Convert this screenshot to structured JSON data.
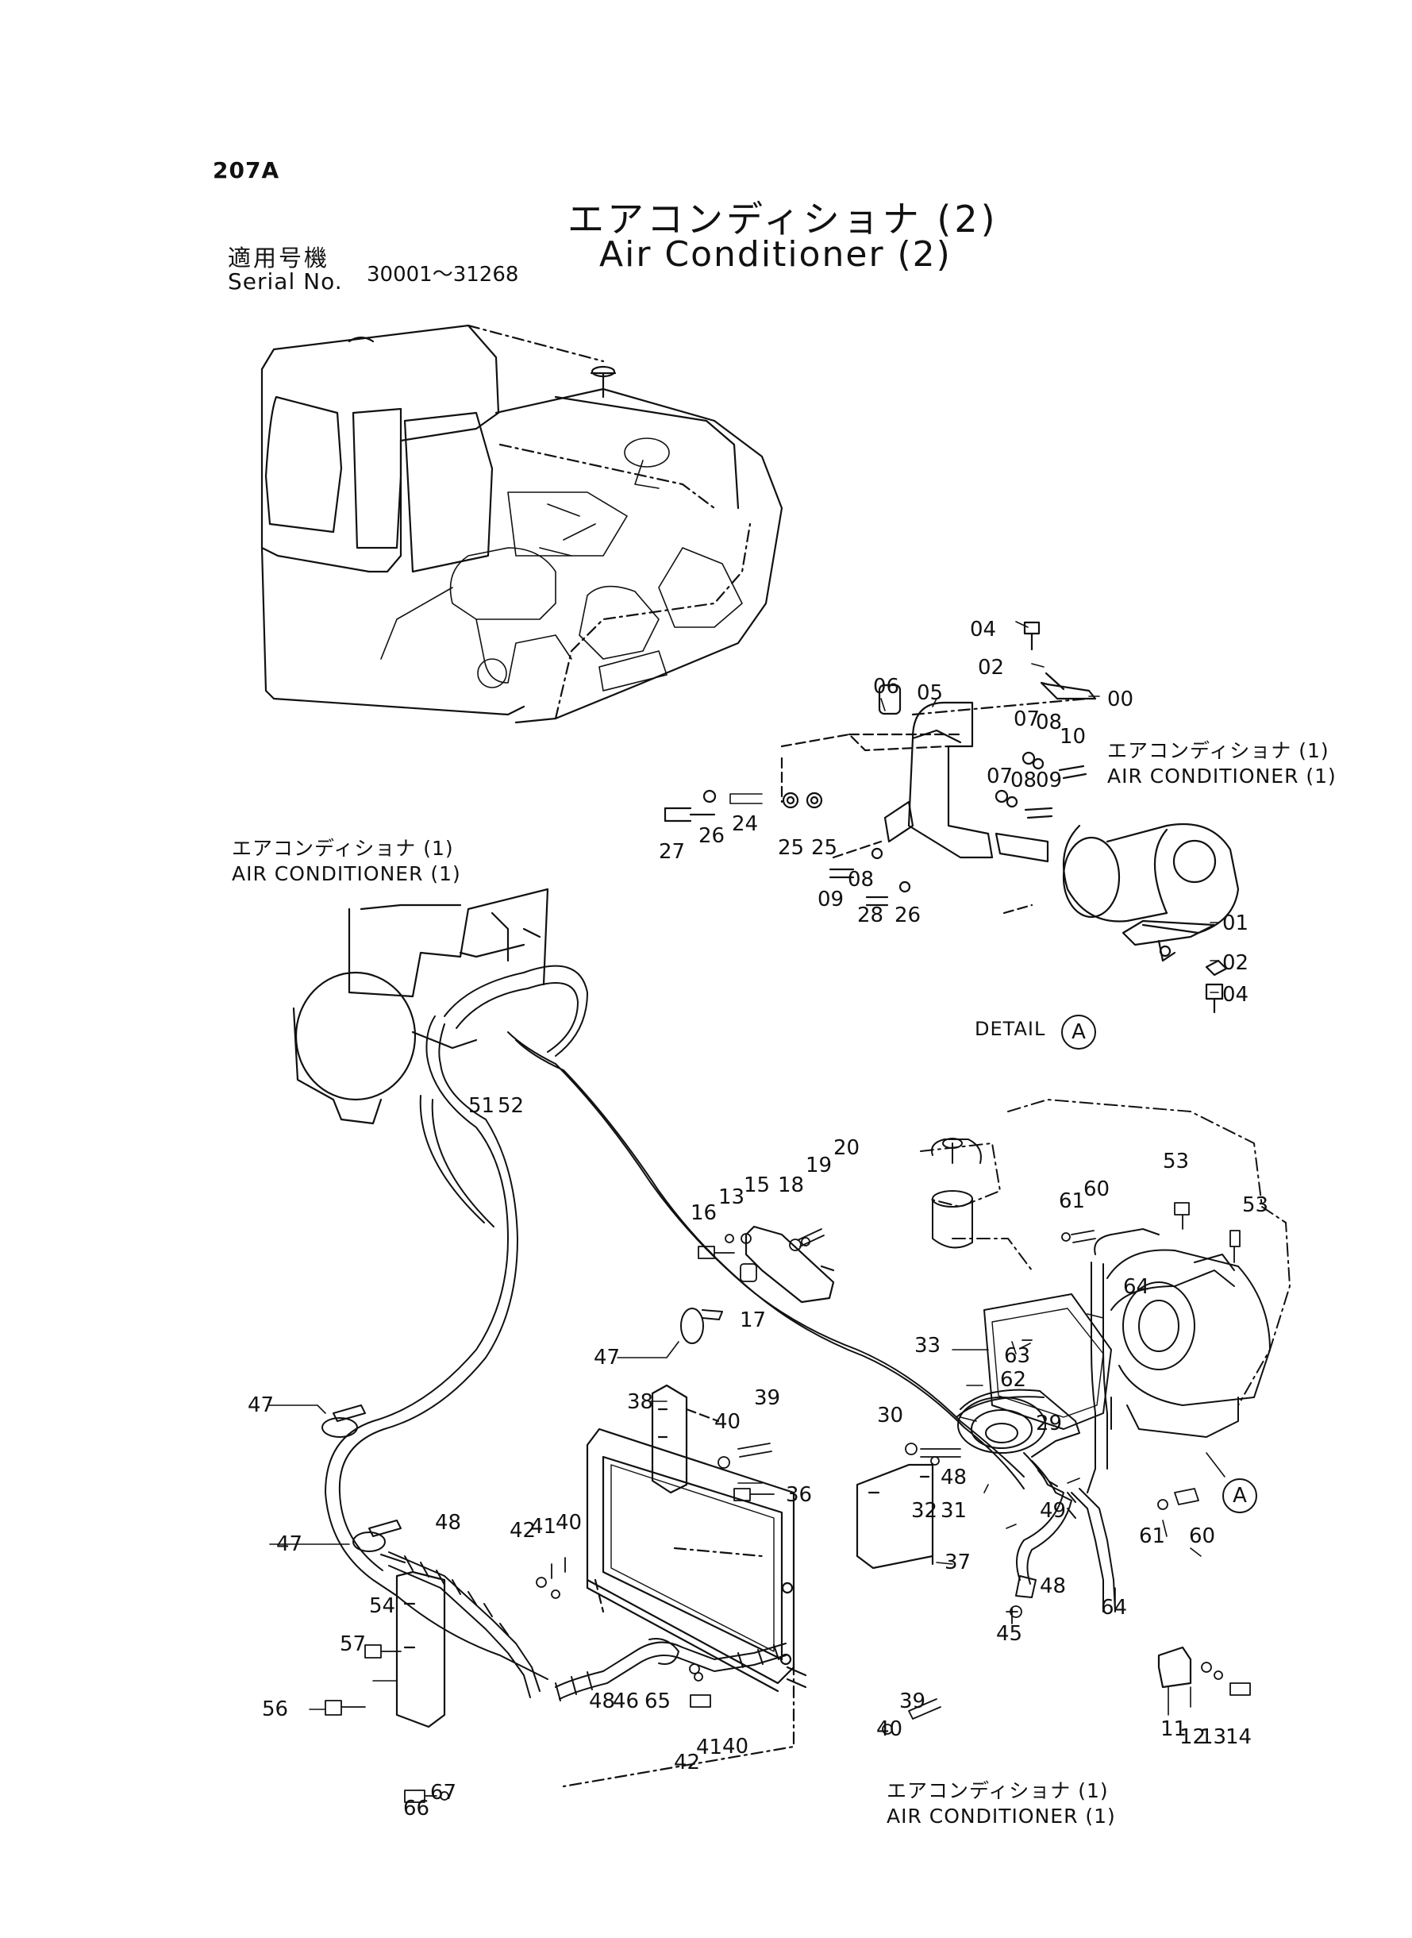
{
  "header": {
    "page_code": "207A",
    "title_ja": "エアコンディショナ (2)",
    "title_en": "Air Conditioner (2)"
  },
  "serial": {
    "label_ja": "適用号機",
    "label_en": "Serial No.",
    "range": "30001～31268"
  },
  "references": [
    {
      "ja": "エアコンディショナ (1)",
      "en": "AIR CONDITIONER (1)"
    },
    {
      "ja": "エアコンディショナ (1)",
      "en": "AIR CONDITIONER (1)"
    },
    {
      "ja": "エアコンディショナ (1)",
      "en": "AIR CONDITIONER (1)"
    }
  ],
  "detail": {
    "label": "DETAIL",
    "marker": "A"
  },
  "detail_pointer": "A",
  "part_numbers": [
    "04",
    "02",
    "00",
    "06",
    "05",
    "07",
    "08",
    "10",
    "07",
    "08",
    "09",
    "27",
    "26",
    "24",
    "25",
    "25",
    "08",
    "09",
    "28",
    "26",
    "01",
    "02",
    "04",
    "51",
    "52",
    "16",
    "13",
    "15",
    "18",
    "19",
    "20",
    "17",
    "47",
    "47",
    "47",
    "48",
    "54",
    "57",
    "56",
    "66",
    "67",
    "38",
    "40",
    "39",
    "36",
    "42",
    "41",
    "40",
    "48",
    "46",
    "65",
    "42",
    "41",
    "40",
    "37",
    "40",
    "39",
    "45",
    "33",
    "63",
    "62",
    "30",
    "29",
    "48",
    "49",
    "32",
    "31",
    "48",
    "64",
    "61",
    "60",
    "53",
    "53",
    "64",
    "61",
    "60",
    "11",
    "12",
    "13",
    "14"
  ]
}
